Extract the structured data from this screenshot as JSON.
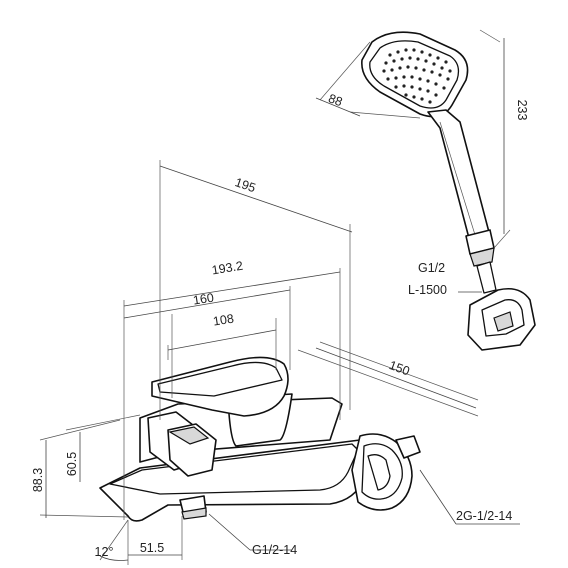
{
  "dimensions": {
    "d195": "195",
    "d193_2": "193.2",
    "d160": "160",
    "d108": "108",
    "d150": "150",
    "d88": "88",
    "d233": "233",
    "d60_5": "60.5",
    "d88_3": "88.3",
    "d51_5": "51.5",
    "d12deg": "12°"
  },
  "callouts": {
    "hose_thread": "G1/2",
    "hose_length": "L-1500",
    "inlet_thread": "2G-1/2-14",
    "outlet_thread": "G1/2-14"
  }
}
